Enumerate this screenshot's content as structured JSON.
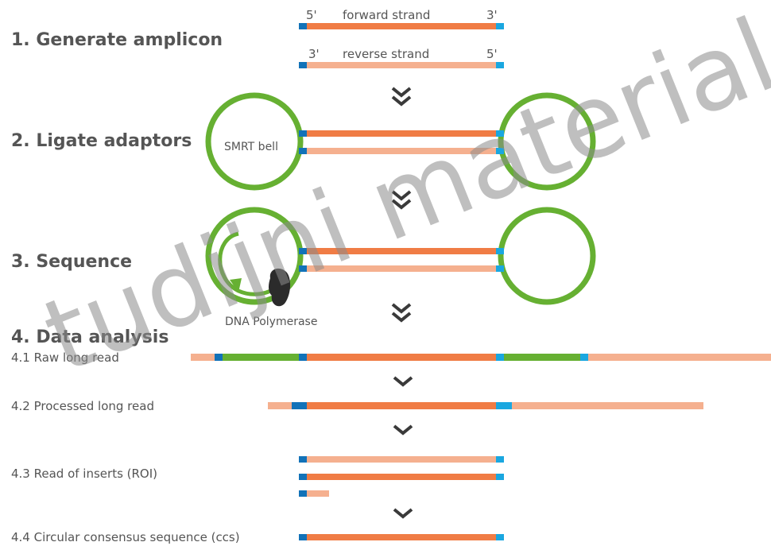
{
  "steps": {
    "s1": "1. Generate amplicon",
    "s2": "2. Ligate adaptors",
    "s3": "3. Sequence",
    "s4": "4. Data analysis"
  },
  "substeps": {
    "s41": "4.1 Raw long read",
    "s42": "4.2 Processed long read",
    "s43": "4.3 Read of inserts (ROI)",
    "s44": "4.4 Circular consensus sequence (ccs)"
  },
  "strand_labels": {
    "fwd_5": "5'",
    "fwd_name": "forward strand",
    "fwd_3": "3'",
    "rev_3": "3'",
    "rev_name": "reverse strand",
    "rev_5": "5'"
  },
  "annotations": {
    "smrt_bell": "SMRT bell",
    "polymerase": "DNA Polymerase"
  },
  "watermark": "tudijni material",
  "colors": {
    "forward_strand": "#f07c45",
    "reverse_strand": "#f5b08f",
    "adaptor_blue": "#1aa7e0",
    "adaptor_dark_blue": "#1272b8",
    "smrt_green": "#66b032",
    "polymerase": "#2b2b2b",
    "arrow": "#3a3a3a",
    "text": "#555555"
  },
  "icons": {
    "double_arrow": "double-chevron-down-icon",
    "single_arrow": "chevron-down-icon"
  }
}
